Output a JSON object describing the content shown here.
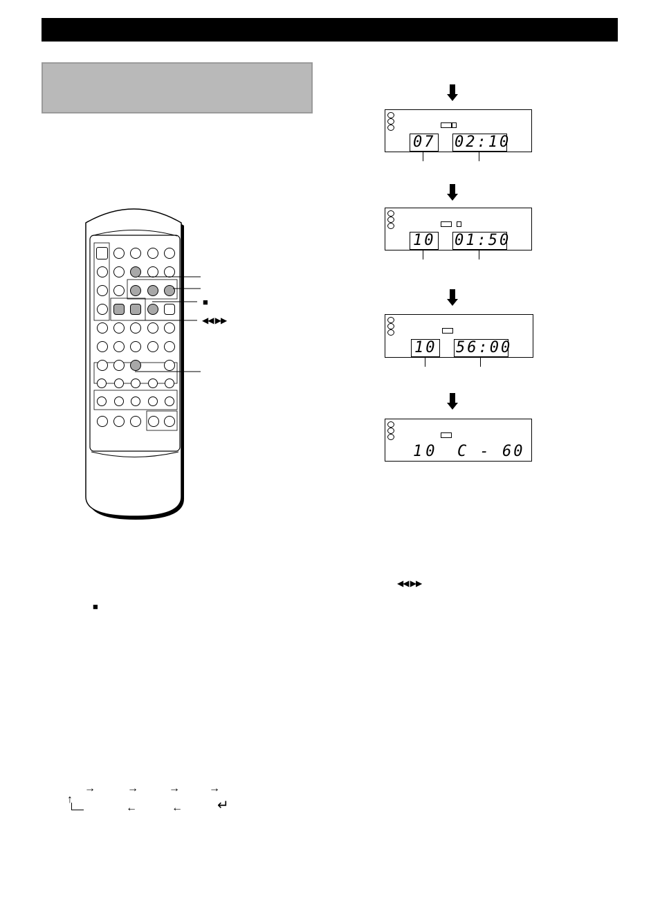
{
  "header": {
    "bar_color": "#000000",
    "box_color": "#b9b9b9"
  },
  "remote": {
    "labels": {
      "stop_symbol": "■",
      "skip_symbols": "◀◀   ▶▶"
    }
  },
  "displays": [
    {
      "track": "07",
      "time": "02:10"
    },
    {
      "track": "10",
      "time": "01:50"
    },
    {
      "track": "10",
      "time": "56:00"
    },
    {
      "track": "10",
      "time": "C - 60"
    }
  ],
  "text": {
    "skip_symbols_right": "◀◀  ▶▶",
    "stop_symbol_left": "■"
  },
  "flow": {
    "right_arrows": [
      "→",
      "→",
      "→",
      "→"
    ],
    "left_arrows": [
      "←",
      "←"
    ],
    "return_arrow": "↵",
    "up_arrow": "↑"
  }
}
